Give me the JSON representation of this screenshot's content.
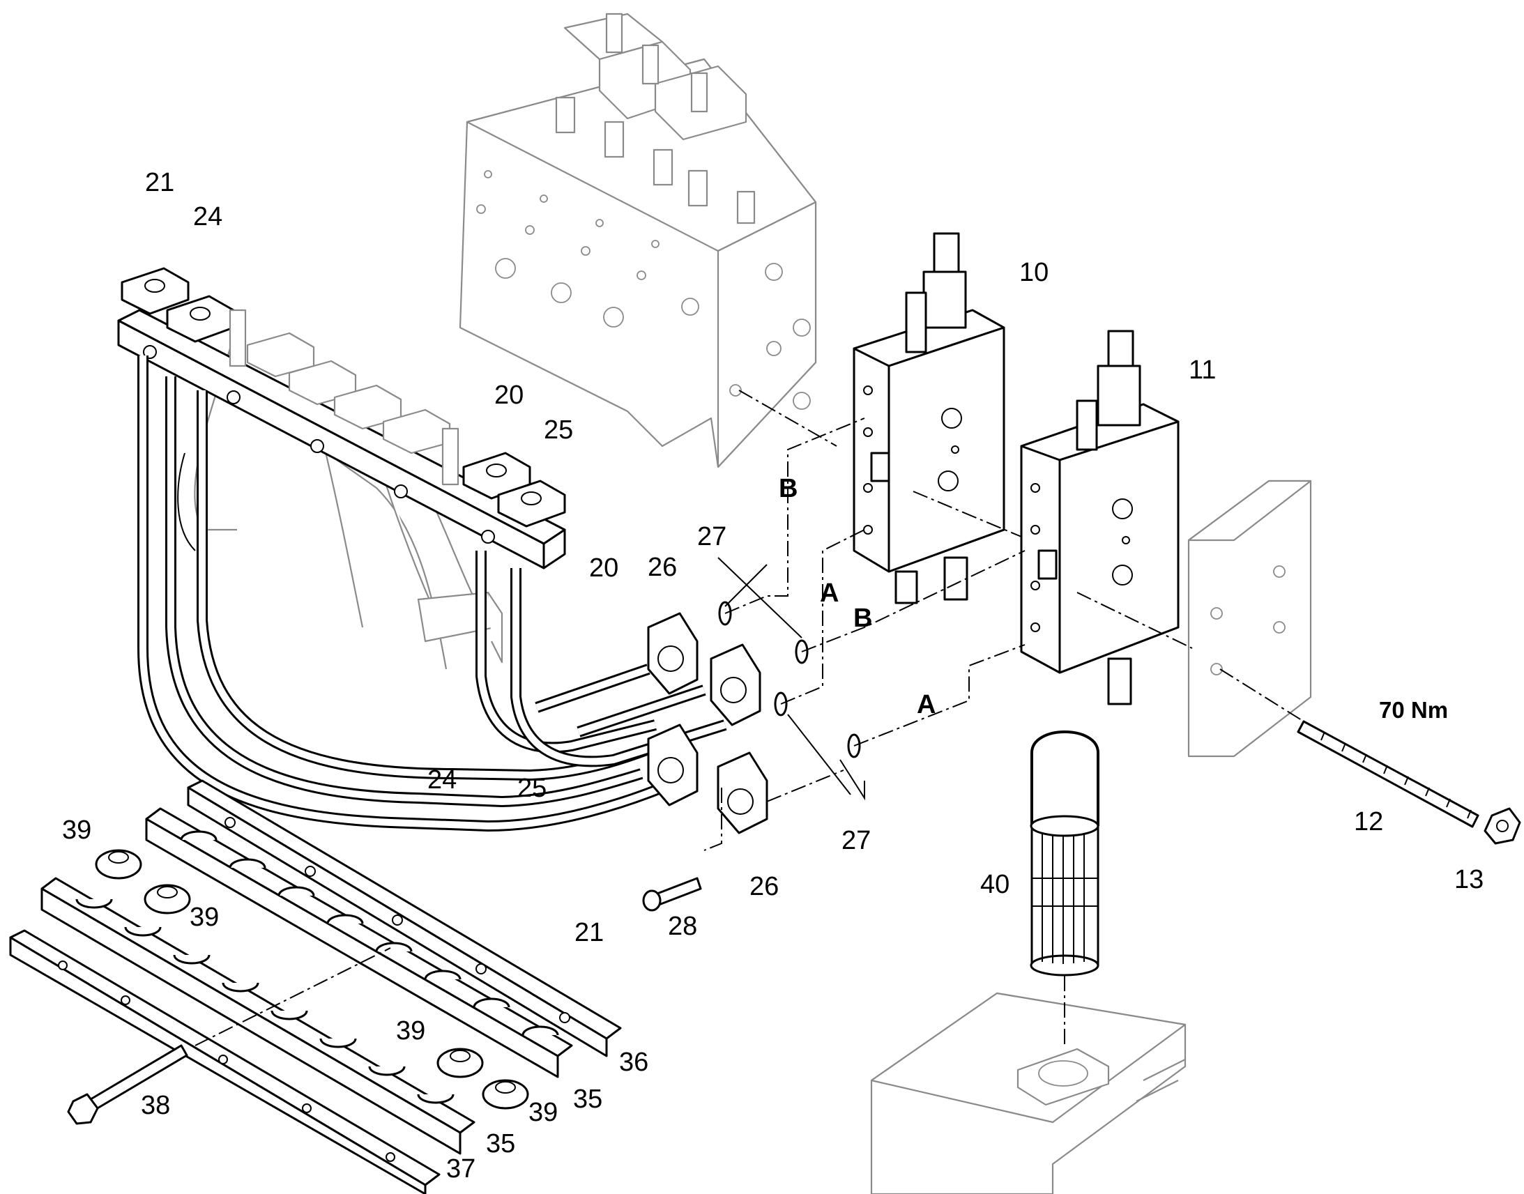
{
  "callouts": {
    "c10": "10",
    "c11": "11",
    "c12": "12",
    "c13": "13",
    "c20a": "20",
    "c20b": "20",
    "c21a": "21",
    "c21b": "21",
    "c24a": "24",
    "c24b": "24",
    "c25a": "25",
    "c25b": "25",
    "c26a": "26",
    "c26b": "26",
    "c27a": "27",
    "c27b": "27",
    "c28": "28",
    "c35a": "35",
    "c35b": "35",
    "c36": "36",
    "c37": "37",
    "c38": "38",
    "c39a": "39",
    "c39b": "39",
    "c39c": "39",
    "c39d": "39",
    "c40": "40"
  },
  "connections": {
    "a1": "A",
    "a2": "A",
    "b1": "B",
    "b2": "B"
  },
  "torque": "70 Nm"
}
